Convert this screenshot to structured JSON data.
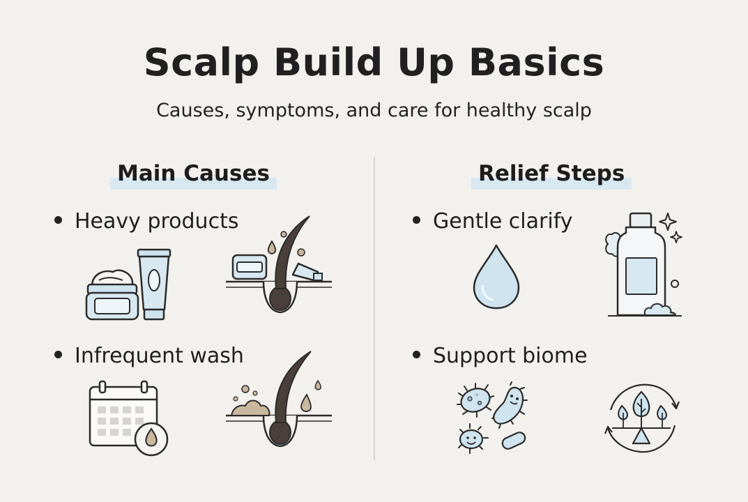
{
  "title": "Scalp Build Up Basics",
  "subtitle": "Causes, symptoms, and care for healthy scalp",
  "left": {
    "heading": "Main Causes",
    "items": [
      {
        "label": "Heavy products",
        "icons": [
          "cream-jar-icon",
          "tube-icon",
          "follicle-product-icon"
        ]
      },
      {
        "label": "Infrequent wash",
        "icons": [
          "calendar-oil-icon",
          "follicle-debris-icon"
        ]
      }
    ]
  },
  "right": {
    "heading": "Relief Steps",
    "items": [
      {
        "label": "Gentle clarify",
        "icons": [
          "water-drop-icon",
          "shampoo-bottle-icon"
        ]
      },
      {
        "label": "Support biome",
        "icons": [
          "microbes-icon",
          "ecosystem-cycle-icon"
        ]
      }
    ]
  },
  "colors": {
    "background": "#f3f1ed",
    "accent_blue": "#d7e8f1",
    "ink": "#222222",
    "debris": "#c9b79e",
    "hair": "#4a403b"
  }
}
